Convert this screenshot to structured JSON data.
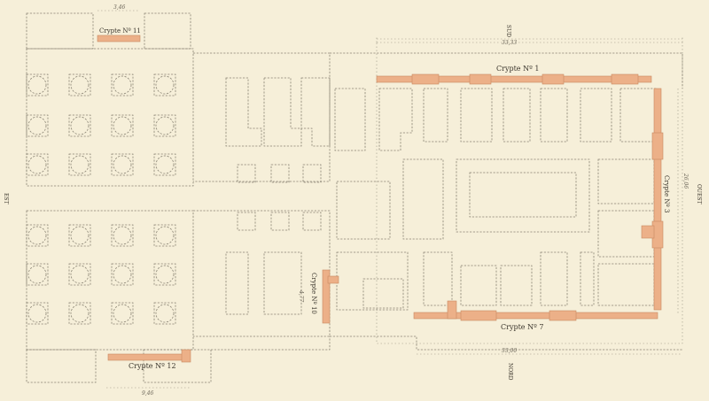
{
  "orientation": {
    "sud": "SUD",
    "nord": "NORD",
    "est": "EST",
    "ouest": "OUEST"
  },
  "crypts": {
    "c1": "Crypte Nº 1",
    "c3": "Crypte Nº 3",
    "c7": "Crypte Nº 7",
    "c10": "Crypte Nº 10",
    "c11": "Crypte Nº 11",
    "c12": "Crypte Nº 12"
  },
  "dimensions": {
    "top_left": "3,46",
    "top_right": "33,33",
    "bottom_left": "9,46",
    "bottom_right": "33,00",
    "right": "26,06",
    "inner": "4,77"
  },
  "colors": {
    "paper": "#f6efd9",
    "wall": "#8a8474",
    "crypt": "#ecb088"
  }
}
